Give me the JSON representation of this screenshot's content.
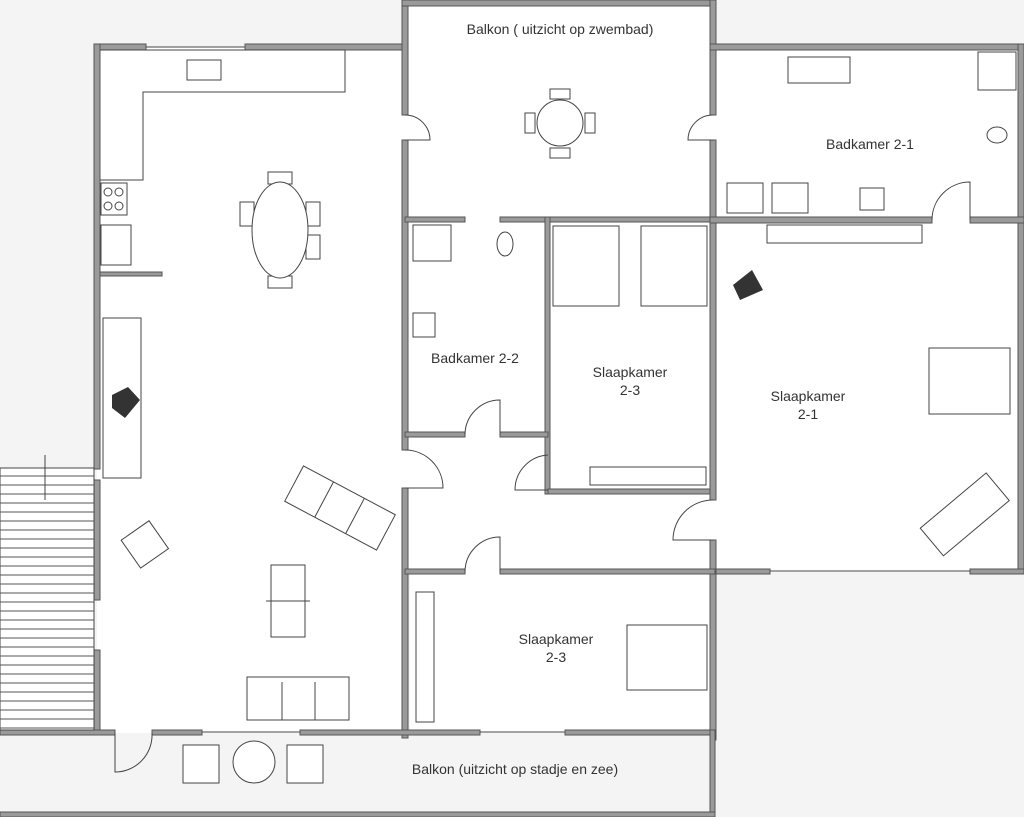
{
  "rooms": {
    "balcony_top": "Balkon ( uitzicht op zwembad)",
    "bathroom_2_1": "Badkamer 2-1",
    "bathroom_2_2": "Badkamer 2-2",
    "bedroom_2_3_top_line1": "Slaapkamer",
    "bedroom_2_3_top_line2": "2-3",
    "bedroom_2_1_line1": "Slaapkamer",
    "bedroom_2_1_line2": "2-1",
    "bedroom_2_3_bottom_line1": "Slaapkamer",
    "bedroom_2_3_bottom_line2": "2-3",
    "balcony_bottom": "Balkon (uitzicht op stadje en zee)"
  },
  "colors": {
    "wall": "#9a9a9a",
    "background": "#f4f4f4"
  }
}
